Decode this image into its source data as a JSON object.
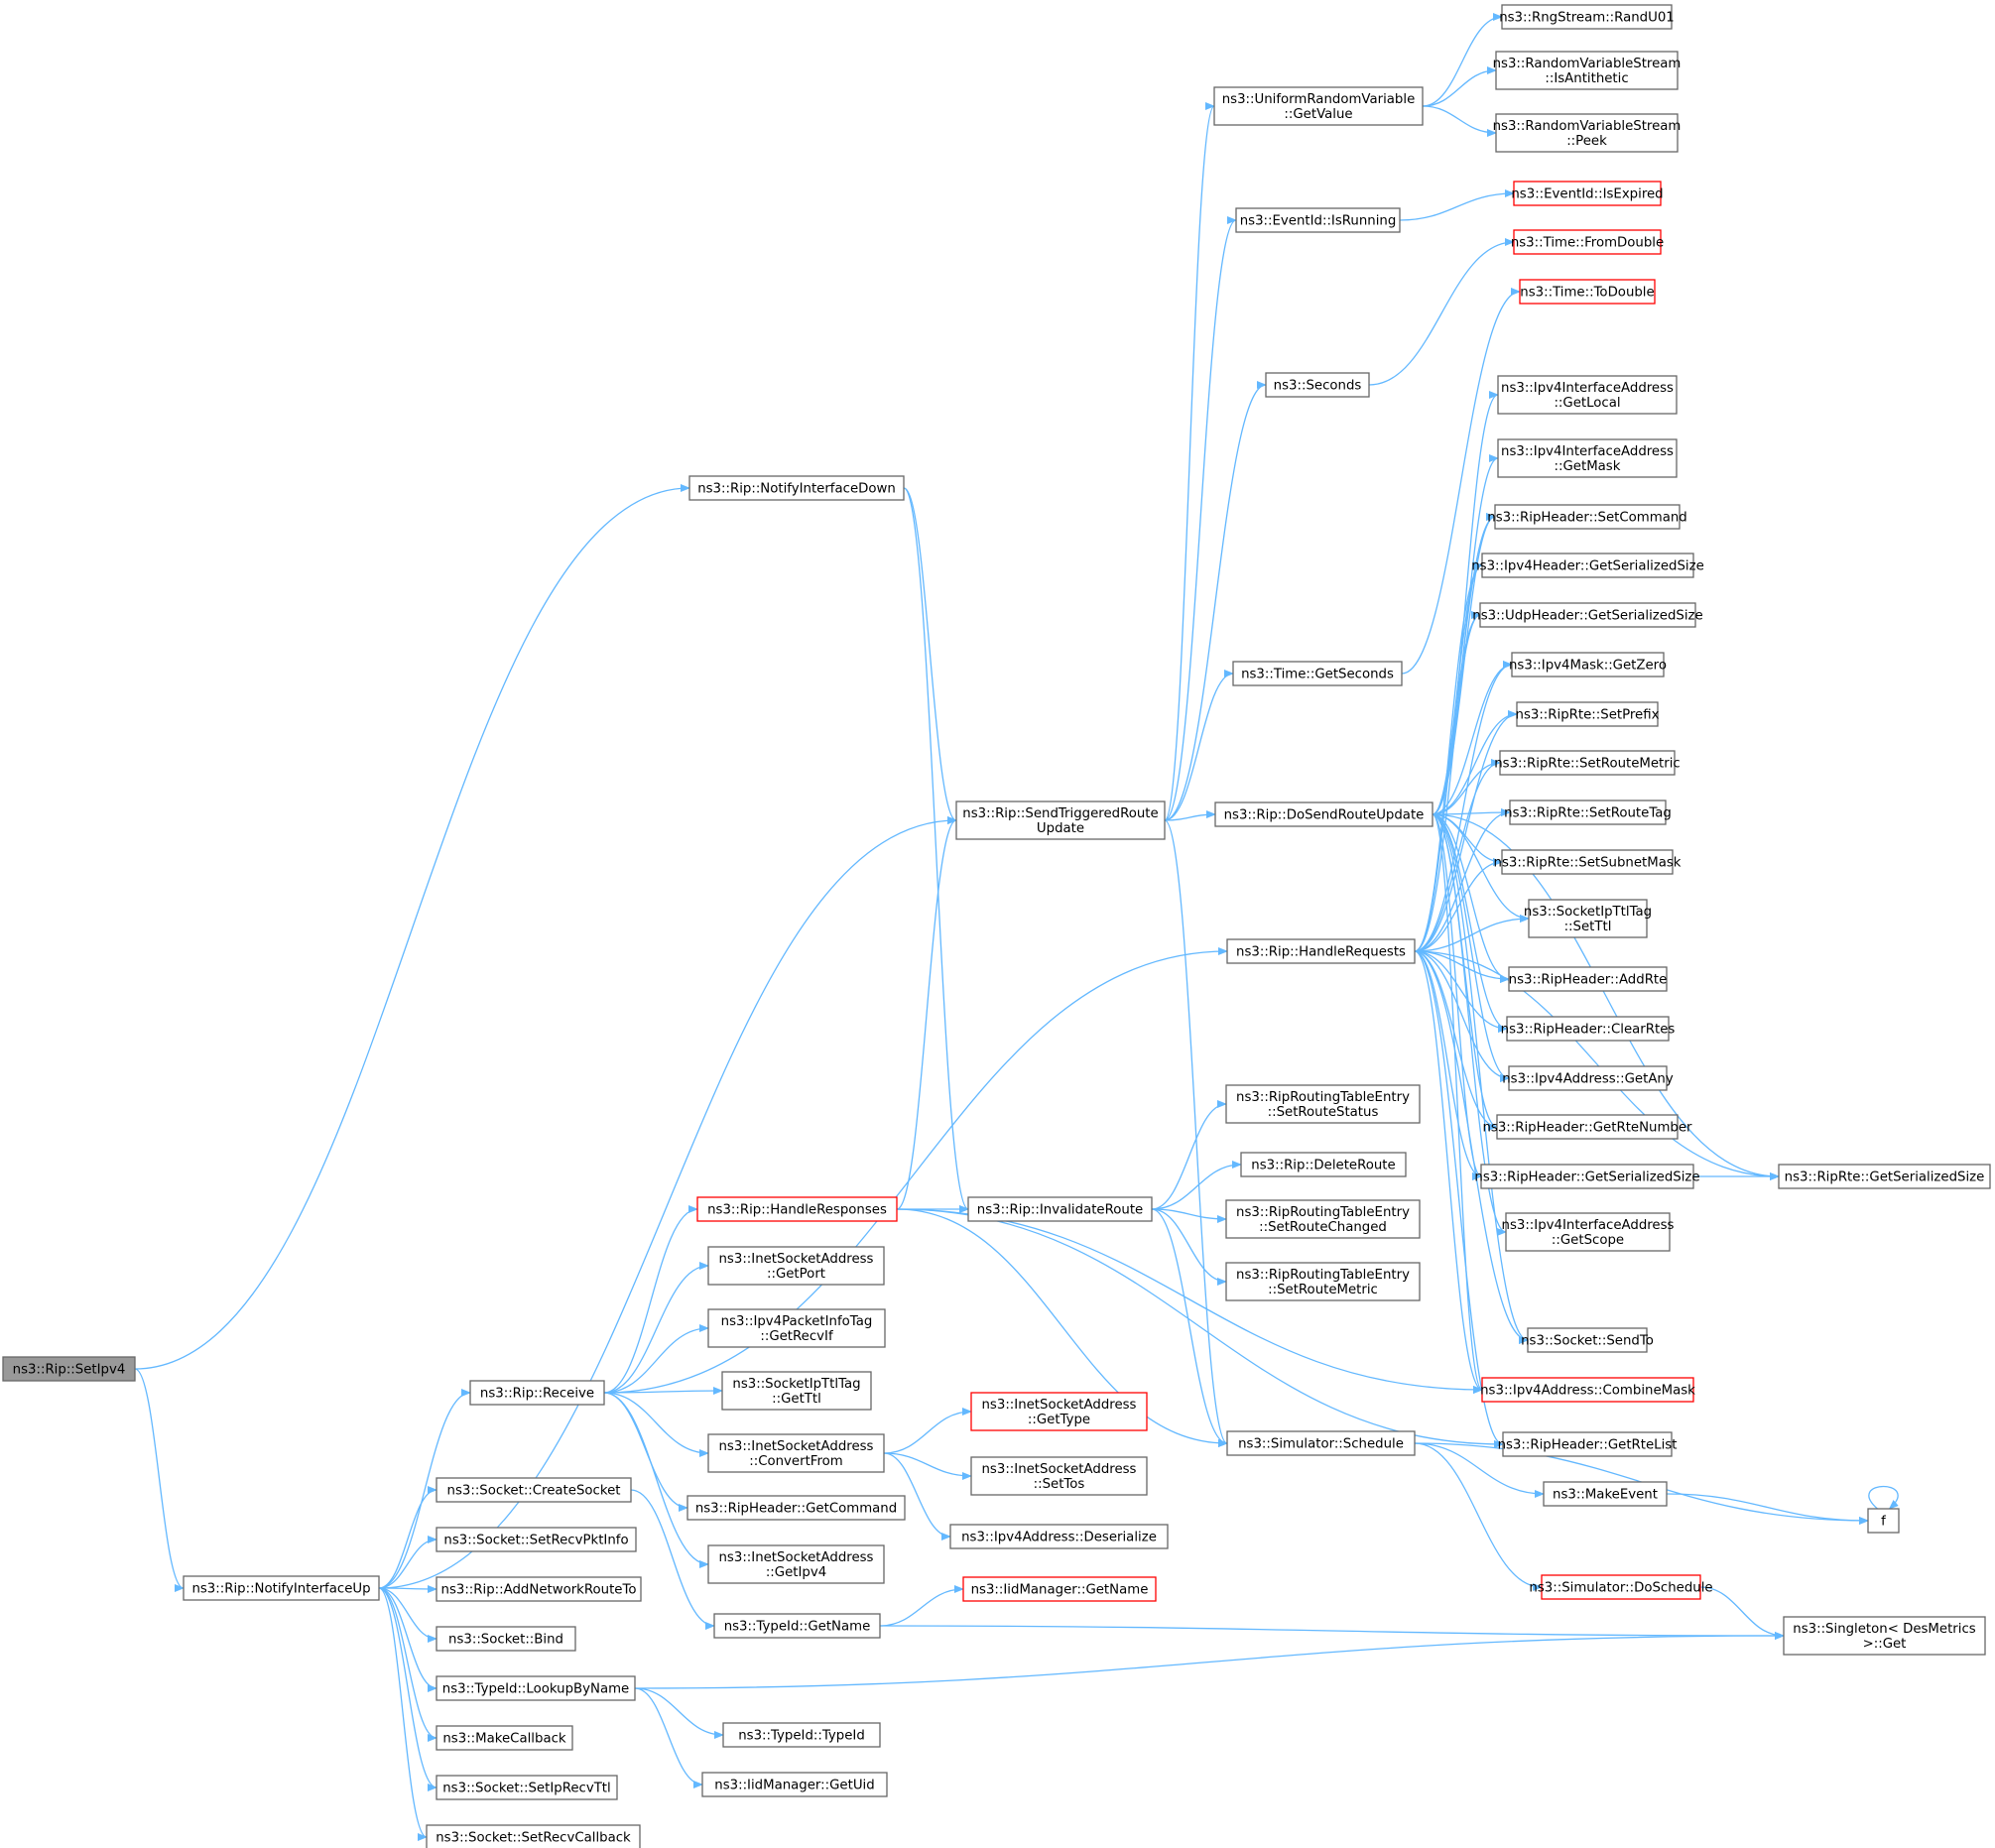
{
  "colors": {
    "edge": "#63b8ff",
    "node_border": "#666666",
    "external_border": "#ff0000",
    "root_fill": "#999999"
  },
  "nodes": [
    {
      "id": "root",
      "label": [
        "ns3::Rip::SetIpv4"
      ],
      "style": "root"
    },
    {
      "id": "up",
      "label": [
        "ns3::Rip::NotifyInterfaceUp"
      ]
    },
    {
      "id": "down",
      "label": [
        "ns3::Rip::NotifyInterfaceDown"
      ]
    },
    {
      "id": "str",
      "label": [
        "ns3::Rip::SendTriggeredRoute",
        "Update"
      ]
    },
    {
      "id": "recv",
      "label": [
        "ns3::Rip::Receive"
      ]
    },
    {
      "id": "cs",
      "label": [
        "ns3::Socket::CreateSocket"
      ]
    },
    {
      "id": "srpi",
      "label": [
        "ns3::Socket::SetRecvPktInfo"
      ]
    },
    {
      "id": "anrt",
      "label": [
        "ns3::Rip::AddNetworkRouteTo"
      ]
    },
    {
      "id": "bind",
      "label": [
        "ns3::Socket::Bind"
      ]
    },
    {
      "id": "lbn",
      "label": [
        "ns3::TypeId::LookupByName"
      ]
    },
    {
      "id": "mcb",
      "label": [
        "ns3::MakeCallback"
      ]
    },
    {
      "id": "sirt",
      "label": [
        "ns3::Socket::SetIpRecvTtl"
      ]
    },
    {
      "id": "srcb",
      "label": [
        "ns3::Socket::SetRecvCallback"
      ]
    },
    {
      "id": "hresp",
      "label": [
        "ns3::Rip::HandleResponses"
      ],
      "style": "red"
    },
    {
      "id": "getport",
      "label": [
        "ns3::InetSocketAddress",
        "::GetPort"
      ]
    },
    {
      "id": "grif",
      "label": [
        "ns3::Ipv4PacketInfoTag",
        "::GetRecvIf"
      ]
    },
    {
      "id": "gttl",
      "label": [
        "ns3::SocketIpTtlTag",
        "::GetTtl"
      ]
    },
    {
      "id": "cfrom",
      "label": [
        "ns3::InetSocketAddress",
        "::ConvertFrom"
      ]
    },
    {
      "id": "gcmd",
      "label": [
        "ns3::RipHeader::GetCommand"
      ]
    },
    {
      "id": "gipv4",
      "label": [
        "ns3::InetSocketAddress",
        "::GetIpv4"
      ]
    },
    {
      "id": "tgn",
      "label": [
        "ns3::TypeId::GetName"
      ]
    },
    {
      "id": "tid",
      "label": [
        "ns3::TypeId::TypeId"
      ]
    },
    {
      "id": "gu",
      "label": [
        "ns3::IidManager::GetUid"
      ]
    },
    {
      "id": "ign",
      "label": [
        "ns3::IidManager::GetName"
      ],
      "style": "red"
    },
    {
      "id": "gtype",
      "label": [
        "ns3::InetSocketAddress",
        "::GetType"
      ],
      "style": "red"
    },
    {
      "id": "stos",
      "label": [
        "ns3::InetSocketAddress",
        "::SetTos"
      ]
    },
    {
      "id": "deser",
      "label": [
        "ns3::Ipv4Address::Deserialize"
      ]
    },
    {
      "id": "inv",
      "label": [
        "ns3::Rip::InvalidateRoute"
      ]
    },
    {
      "id": "hreq",
      "label": [
        "ns3::Rip::HandleRequests"
      ]
    },
    {
      "id": "urv",
      "label": [
        "ns3::UniformRandomVariable",
        "::GetValue"
      ]
    },
    {
      "id": "eir",
      "label": [
        "ns3::EventId::IsRunning"
      ]
    },
    {
      "id": "sec",
      "label": [
        "ns3::Seconds"
      ]
    },
    {
      "id": "tgs",
      "label": [
        "ns3::Time::GetSeconds"
      ]
    },
    {
      "id": "dsru",
      "label": [
        "ns3::Rip::DoSendRouteUpdate"
      ]
    },
    {
      "id": "sched",
      "label": [
        "ns3::Simulator::Schedule"
      ]
    },
    {
      "id": "srs",
      "label": [
        "ns3::RipRoutingTableEntry",
        "::SetRouteStatus"
      ]
    },
    {
      "id": "delr",
      "label": [
        "ns3::Rip::DeleteRoute"
      ]
    },
    {
      "id": "src",
      "label": [
        "ns3::RipRoutingTableEntry",
        "::SetRouteChanged"
      ]
    },
    {
      "id": "srm",
      "label": [
        "ns3::RipRoutingTableEntry",
        "::SetRouteMetric"
      ]
    },
    {
      "id": "rand",
      "label": [
        "ns3::RngStream::RandU01"
      ]
    },
    {
      "id": "isanti",
      "label": [
        "ns3::RandomVariableStream",
        "::IsAntithetic"
      ]
    },
    {
      "id": "peek",
      "label": [
        "ns3::RandomVariableStream",
        "::Peek"
      ]
    },
    {
      "id": "isexp",
      "label": [
        "ns3::EventId::IsExpired"
      ],
      "style": "red"
    },
    {
      "id": "fromd",
      "label": [
        "ns3::Time::FromDouble"
      ],
      "style": "red"
    },
    {
      "id": "tod",
      "label": [
        "ns3::Time::ToDouble"
      ],
      "style": "red"
    },
    {
      "id": "glocal",
      "label": [
        "ns3::Ipv4InterfaceAddress",
        "::GetLocal"
      ]
    },
    {
      "id": "gmask",
      "label": [
        "ns3::Ipv4InterfaceAddress",
        "::GetMask"
      ]
    },
    {
      "id": "scmd",
      "label": [
        "ns3::RipHeader::SetCommand"
      ]
    },
    {
      "id": "ipv4gss",
      "label": [
        "ns3::Ipv4Header::GetSerializedSize"
      ]
    },
    {
      "id": "udpgss",
      "label": [
        "ns3::UdpHeader::GetSerializedSize"
      ]
    },
    {
      "id": "gzero",
      "label": [
        "ns3::Ipv4Mask::GetZero"
      ]
    },
    {
      "id": "spref",
      "label": [
        "ns3::RipRte::SetPrefix"
      ]
    },
    {
      "id": "srmet",
      "label": [
        "ns3::RipRte::SetRouteMetric"
      ]
    },
    {
      "id": "srtag",
      "label": [
        "ns3::RipRte::SetRouteTag"
      ]
    },
    {
      "id": "ssm",
      "label": [
        "ns3::RipRte::SetSubnetMask"
      ]
    },
    {
      "id": "sttl",
      "label": [
        "ns3::SocketIpTtlTag",
        "::SetTtl"
      ]
    },
    {
      "id": "addrte",
      "label": [
        "ns3::RipHeader::AddRte"
      ]
    },
    {
      "id": "clr",
      "label": [
        "ns3::RipHeader::ClearRtes"
      ]
    },
    {
      "id": "gany",
      "label": [
        "ns3::Ipv4Address::GetAny"
      ]
    },
    {
      "id": "grn",
      "label": [
        "ns3::RipHeader::GetRteNumber"
      ]
    },
    {
      "id": "rhgss",
      "label": [
        "ns3::RipHeader::GetSerializedSize"
      ]
    },
    {
      "id": "gscope",
      "label": [
        "ns3::Ipv4InterfaceAddress",
        "::GetScope"
      ]
    },
    {
      "id": "sendto",
      "label": [
        "ns3::Socket::SendTo"
      ]
    },
    {
      "id": "cmask",
      "label": [
        "ns3::Ipv4Address::CombineMask"
      ],
      "style": "red"
    },
    {
      "id": "grl",
      "label": [
        "ns3::RipHeader::GetRteList"
      ]
    },
    {
      "id": "rrgss",
      "label": [
        "ns3::RipRte::GetSerializedSize"
      ]
    },
    {
      "id": "mev",
      "label": [
        "ns3::MakeEvent"
      ]
    },
    {
      "id": "f",
      "label": [
        "f"
      ]
    },
    {
      "id": "dosch",
      "label": [
        "ns3::Simulator::DoSchedule"
      ],
      "style": "red"
    },
    {
      "id": "sget",
      "label": [
        "ns3::Singleton< DesMetrics",
        ">::Get"
      ]
    }
  ],
  "edges": [
    [
      "root",
      "down"
    ],
    [
      "root",
      "up"
    ],
    [
      "up",
      "str"
    ],
    [
      "up",
      "recv"
    ],
    [
      "up",
      "cs"
    ],
    [
      "up",
      "srpi"
    ],
    [
      "up",
      "anrt"
    ],
    [
      "up",
      "bind"
    ],
    [
      "up",
      "lbn"
    ],
    [
      "up",
      "mcb"
    ],
    [
      "up",
      "sirt"
    ],
    [
      "up",
      "srcb"
    ],
    [
      "down",
      "str"
    ],
    [
      "down",
      "inv"
    ],
    [
      "recv",
      "hreq"
    ],
    [
      "recv",
      "hresp"
    ],
    [
      "recv",
      "getport"
    ],
    [
      "recv",
      "grif"
    ],
    [
      "recv",
      "gttl"
    ],
    [
      "recv",
      "cfrom"
    ],
    [
      "recv",
      "gcmd"
    ],
    [
      "recv",
      "gipv4"
    ],
    [
      "cs",
      "tgn"
    ],
    [
      "lbn",
      "tid"
    ],
    [
      "lbn",
      "gu"
    ],
    [
      "lbn",
      "sget"
    ],
    [
      "tgn",
      "ign"
    ],
    [
      "tgn",
      "sget"
    ],
    [
      "cfrom",
      "gtype"
    ],
    [
      "cfrom",
      "stos"
    ],
    [
      "cfrom",
      "deser"
    ],
    [
      "hresp",
      "str"
    ],
    [
      "hresp",
      "inv"
    ],
    [
      "hresp",
      "sched"
    ],
    [
      "hresp",
      "grl"
    ],
    [
      "hresp",
      "cmask"
    ],
    [
      "inv",
      "srs"
    ],
    [
      "inv",
      "delr"
    ],
    [
      "inv",
      "src"
    ],
    [
      "inv",
      "srm"
    ],
    [
      "inv",
      "sched"
    ],
    [
      "str",
      "urv"
    ],
    [
      "str",
      "eir"
    ],
    [
      "str",
      "sec"
    ],
    [
      "str",
      "tgs"
    ],
    [
      "str",
      "dsru"
    ],
    [
      "str",
      "sched"
    ],
    [
      "urv",
      "rand"
    ],
    [
      "urv",
      "isanti"
    ],
    [
      "urv",
      "peek"
    ],
    [
      "eir",
      "isexp"
    ],
    [
      "sec",
      "fromd"
    ],
    [
      "tgs",
      "tod"
    ],
    [
      "dsru",
      "glocal"
    ],
    [
      "dsru",
      "gmask"
    ],
    [
      "dsru",
      "scmd"
    ],
    [
      "dsru",
      "ipv4gss"
    ],
    [
      "dsru",
      "udpgss"
    ],
    [
      "dsru",
      "gzero"
    ],
    [
      "dsru",
      "spref"
    ],
    [
      "dsru",
      "srmet"
    ],
    [
      "dsru",
      "srtag"
    ],
    [
      "dsru",
      "ssm"
    ],
    [
      "dsru",
      "sttl"
    ],
    [
      "dsru",
      "addrte"
    ],
    [
      "dsru",
      "clr"
    ],
    [
      "dsru",
      "gany"
    ],
    [
      "dsru",
      "grn"
    ],
    [
      "dsru",
      "rhgss"
    ],
    [
      "dsru",
      "gscope"
    ],
    [
      "dsru",
      "sendto"
    ],
    [
      "dsru",
      "cmask"
    ],
    [
      "dsru",
      "rrgss"
    ],
    [
      "hreq",
      "scmd"
    ],
    [
      "hreq",
      "ipv4gss"
    ],
    [
      "hreq",
      "udpgss"
    ],
    [
      "hreq",
      "gzero"
    ],
    [
      "hreq",
      "spref"
    ],
    [
      "hreq",
      "srmet"
    ],
    [
      "hreq",
      "srtag"
    ],
    [
      "hreq",
      "ssm"
    ],
    [
      "hreq",
      "sttl"
    ],
    [
      "hreq",
      "addrte"
    ],
    [
      "hreq",
      "clr"
    ],
    [
      "hreq",
      "gany"
    ],
    [
      "hreq",
      "grn"
    ],
    [
      "hreq",
      "rhgss"
    ],
    [
      "hreq",
      "sendto"
    ],
    [
      "hreq",
      "cmask"
    ],
    [
      "hreq",
      "grl"
    ],
    [
      "hreq",
      "rrgss"
    ],
    [
      "rhgss",
      "rrgss"
    ],
    [
      "sched",
      "mev"
    ],
    [
      "sched",
      "f"
    ],
    [
      "sched",
      "dosch"
    ],
    [
      "mev",
      "f"
    ],
    [
      "f",
      "f"
    ],
    [
      "dosch",
      "sget"
    ]
  ]
}
